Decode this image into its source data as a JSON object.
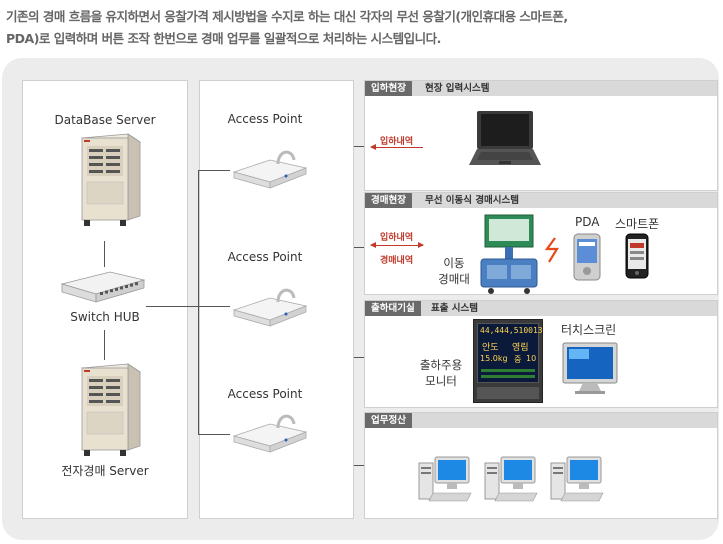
{
  "intro": {
    "line1": "기존의 경매 흐름을 유지하면서 응찰가격 제시방법을 수지로 하는 대신 각자의 무선 응찰기(개인휴대용 스마트폰,",
    "line2": "PDA)로 입력하며 버튼 조작 한번으로 경매 업무를 일괄적으로 처리하는 시스템입니다."
  },
  "servers": {
    "db_label": "DataBase Server",
    "switch_label": "Switch HUB",
    "auction_label": "전자경매 Server"
  },
  "access_points": [
    {
      "label": "Access Point"
    },
    {
      "label": "Access Point"
    },
    {
      "label": "Access Point"
    }
  ],
  "sections": {
    "intake": {
      "tag": "입하현장",
      "title": "현장 입력시스템",
      "flow": "입하내역"
    },
    "auction": {
      "tag": "경매현장",
      "title": "무선 이동식 경매시스템",
      "flow_in": "입하내역",
      "flow_out": "경매내역",
      "mobile_line1": "이동",
      "mobile_line2": "경매대",
      "pda_label": "PDA",
      "phone_label": "스마트폰"
    },
    "waiting": {
      "tag": "출하대기실",
      "title": "표출 시스템",
      "monitor_line1": "출하주용",
      "monitor_line2": "모니터",
      "touch_label": "터치스크린",
      "screen_value": "44,444,510013",
      "screen_r1a": "안도",
      "screen_r1b": "영림",
      "screen_r2a": "15.0kg",
      "screen_r2b": "중",
      "screen_r2c": "10"
    },
    "settlement": {
      "tag": "업무정산"
    }
  }
}
